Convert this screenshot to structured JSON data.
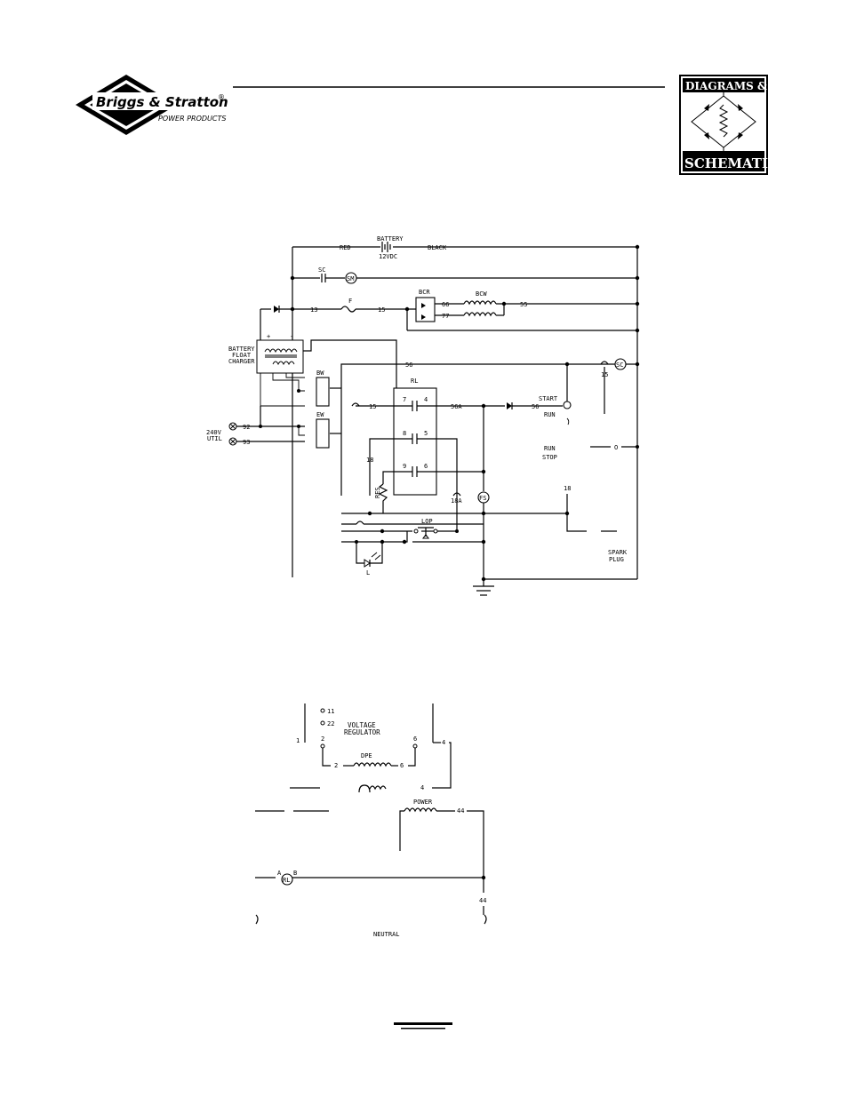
{
  "header": {
    "logo_name": "Briggs & Stratton",
    "logo_tm": "®",
    "logo_sub": "POWER PRODUCTS",
    "badge_top": "DIAGRAMS &",
    "badge_bottom": "SCHEMATICS"
  },
  "schematic_top": {
    "battery": "BATTERY",
    "battery_voltage": "12VDC",
    "red": "RED",
    "black": "BLACK",
    "sc": "SC",
    "sm": "SM",
    "f": "F",
    "w13": "13",
    "w15": "15",
    "bcr": "BCR",
    "w66": "66",
    "w77": "77",
    "bcw": "BCW",
    "w55": "55",
    "charger_l1": "BATTERY",
    "charger_l2": "FLOAT",
    "charger_l3": "CHARGER",
    "plus": "+",
    "minus": "-",
    "w56": "56",
    "w15b": "15",
    "sc2": "SC",
    "bw": "BW",
    "ew": "EW",
    "rl": "RL",
    "p7": "7",
    "p4": "4",
    "p8": "8",
    "p5": "5",
    "p9": "9",
    "p6": "6",
    "w15c": "15",
    "w56a": "56A",
    "w56b": "56",
    "start": "START",
    "run": "RUN",
    "run2": "RUN",
    "stop": "STOP",
    "o": "O",
    "w92": "92",
    "w93": "93",
    "util_v": "240V",
    "util": "UTIL",
    "w18": "18",
    "w18b": "18",
    "resistor": "RES",
    "w18a": "18A",
    "fs": "FS",
    "lop": "LOP",
    "l": "L",
    "spark1": "SPARK",
    "spark2": "PLUG"
  },
  "schematic_bottom": {
    "t11": "11",
    "t22": "22",
    "vr1": "VOLTAGE",
    "vr2": "REGULATOR",
    "n1": "1",
    "n2": "2",
    "n6": "6",
    "n4": "4",
    "dpe": "DPE",
    "n2b": "2",
    "n6b": "6",
    "n4b": "4",
    "power": "POWER",
    "n44": "44",
    "a": "A",
    "rl": "RL",
    "b": "B",
    "n44b": "44",
    "neutral": "NEUTRAL"
  }
}
